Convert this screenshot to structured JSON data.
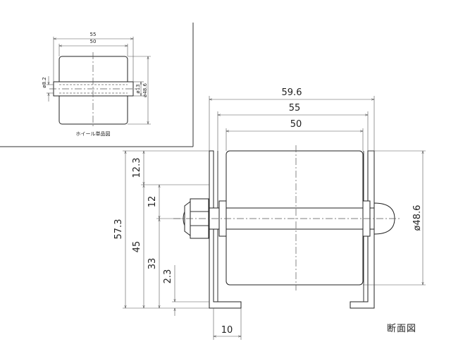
{
  "inset": {
    "dims": {
      "overall_width": "55",
      "wheel_width": "50",
      "shaft_diameter": "ø8.2",
      "hub_diameter": "ø13",
      "wheel_diameter": "ø48.6"
    },
    "caption": "ホイール単品図"
  },
  "main": {
    "dims": {
      "frame_outer_width": "59.6",
      "frame_inner_width": "55",
      "wheel_width": "50",
      "top_offset": "12.3",
      "axle_offset": "12",
      "overall_height": "57.3",
      "frame_height": "45",
      "axle_height": "33",
      "plate_thickness": "2.3",
      "flange_width": "10",
      "wheel_diameter": "ø48.6"
    },
    "caption": "断面図"
  }
}
